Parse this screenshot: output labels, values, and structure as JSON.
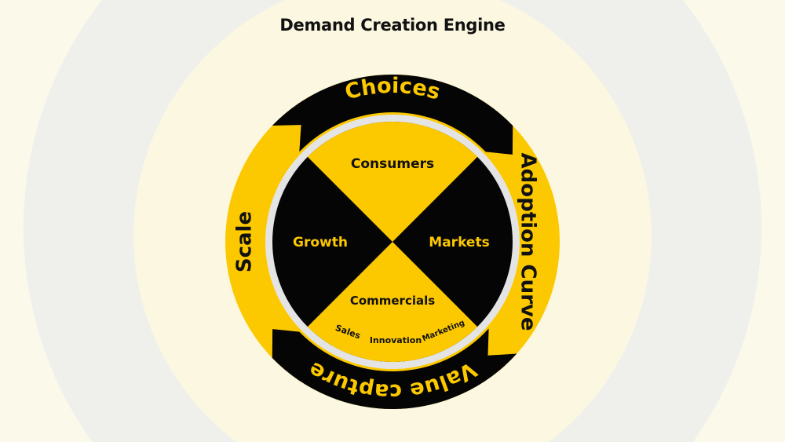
{
  "title": "Demand Creation Engine",
  "outer_ring": {
    "top": "Choices",
    "right": "Adoption Curve",
    "bottom": "Value capture",
    "left": "Scale"
  },
  "inner_circle": {
    "top": "Consumers",
    "right": "Markets",
    "bottom": "Commercials",
    "left": "Growth"
  },
  "commercials_sub": [
    "Sales",
    "Innovation",
    "Marketing"
  ],
  "colors": {
    "yellow": "#fcc800",
    "black": "#050505",
    "background": "#fbf9ea",
    "ring_gap": "#e4e4e4"
  }
}
